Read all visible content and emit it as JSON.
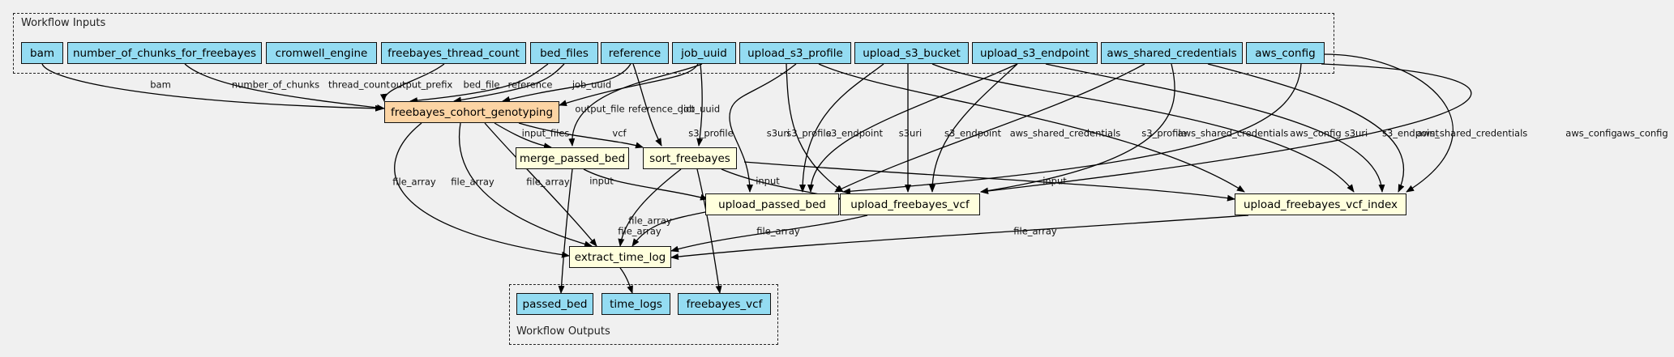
{
  "inputs_cluster": {
    "title": "Workflow Inputs"
  },
  "outputs_cluster": {
    "title": "Workflow Outputs"
  },
  "nodes": {
    "bam": {
      "label": "bam"
    },
    "number_of_chunks_for_freebayes": {
      "label": "number_of_chunks_for_freebayes"
    },
    "cromwell_engine": {
      "label": "cromwell_engine"
    },
    "freebayes_thread_count": {
      "label": "freebayes_thread_count"
    },
    "bed_files": {
      "label": "bed_files"
    },
    "reference": {
      "label": "reference"
    },
    "job_uuid": {
      "label": "job_uuid"
    },
    "upload_s3_profile": {
      "label": "upload_s3_profile"
    },
    "upload_s3_bucket": {
      "label": "upload_s3_bucket"
    },
    "upload_s3_endpoint": {
      "label": "upload_s3_endpoint"
    },
    "aws_shared_credentials": {
      "label": "aws_shared_credentials"
    },
    "aws_config": {
      "label": "aws_config"
    },
    "freebayes_cohort_genotyping": {
      "label": "freebayes_cohort_genotyping"
    },
    "merge_passed_bed": {
      "label": "merge_passed_bed"
    },
    "sort_freebayes": {
      "label": "sort_freebayes"
    },
    "upload_passed_bed": {
      "label": "upload_passed_bed"
    },
    "upload_freebayes_vcf": {
      "label": "upload_freebayes_vcf"
    },
    "upload_freebayes_vcf_index": {
      "label": "upload_freebayes_vcf_index"
    },
    "extract_time_log": {
      "label": "extract_time_log"
    },
    "passed_bed": {
      "label": "passed_bed"
    },
    "time_logs": {
      "label": "time_logs"
    },
    "freebayes_vcf": {
      "label": "freebayes_vcf"
    }
  },
  "edges": [
    {
      "from": "bam",
      "to": "freebayes_cohort_genotyping",
      "label": "bam"
    },
    {
      "from": "number_of_chunks_for_freebayes",
      "to": "freebayes_cohort_genotyping",
      "label": "number_of_chunks"
    },
    {
      "from": "freebayes_thread_count",
      "to": "freebayes_cohort_genotyping",
      "label": "thread_count"
    },
    {
      "from": "bed_files",
      "to": "freebayes_cohort_genotyping",
      "label": "output_prefix"
    },
    {
      "from": "bed_files",
      "to": "freebayes_cohort_genotyping",
      "label": "bed_file"
    },
    {
      "from": "reference",
      "to": "freebayes_cohort_genotyping",
      "label": "reference"
    },
    {
      "from": "job_uuid",
      "to": "freebayes_cohort_genotyping",
      "label": "job_uuid"
    },
    {
      "from": "job_uuid",
      "to": "merge_passed_bed",
      "label": "output_file"
    },
    {
      "from": "reference",
      "to": "sort_freebayes",
      "label": "reference_dict"
    },
    {
      "from": "job_uuid",
      "to": "sort_freebayes",
      "label": "job_uuid"
    },
    {
      "from": "freebayes_cohort_genotyping",
      "to": "merge_passed_bed",
      "label": "input_files"
    },
    {
      "from": "freebayes_cohort_genotyping",
      "to": "sort_freebayes",
      "label": "vcf"
    },
    {
      "from": "upload_s3_profile",
      "to": "upload_passed_bed",
      "label": "s3_profile"
    },
    {
      "from": "upload_s3_profile",
      "to": "upload_freebayes_vcf",
      "label": "s3_profile"
    },
    {
      "from": "upload_s3_profile",
      "to": "upload_freebayes_vcf_index",
      "label": "s3_profile"
    },
    {
      "from": "upload_s3_bucket",
      "to": "upload_passed_bed",
      "label": "s3uri"
    },
    {
      "from": "upload_s3_bucket",
      "to": "upload_freebayes_vcf",
      "label": "s3uri"
    },
    {
      "from": "upload_s3_bucket",
      "to": "upload_freebayes_vcf_index",
      "label": "s3uri"
    },
    {
      "from": "upload_s3_endpoint",
      "to": "upload_passed_bed",
      "label": "s3_endpoint"
    },
    {
      "from": "upload_s3_endpoint",
      "to": "upload_freebayes_vcf",
      "label": "s3_endpoint"
    },
    {
      "from": "upload_s3_endpoint",
      "to": "upload_freebayes_vcf_index",
      "label": "s3_endpoint"
    },
    {
      "from": "aws_shared_credentials",
      "to": "upload_passed_bed",
      "label": "aws_shared_credentials"
    },
    {
      "from": "aws_shared_credentials",
      "to": "upload_freebayes_vcf",
      "label": "aws_shared_credentials"
    },
    {
      "from": "aws_shared_credentials",
      "to": "upload_freebayes_vcf_index",
      "label": "aws_shared_credentials"
    },
    {
      "from": "aws_config",
      "to": "upload_passed_bed",
      "label": "aws_config"
    },
    {
      "from": "aws_config",
      "to": "upload_freebayes_vcf",
      "label": "aws_config"
    },
    {
      "from": "aws_config",
      "to": "upload_freebayes_vcf_index",
      "label": "aws_config"
    },
    {
      "from": "merge_passed_bed",
      "to": "upload_passed_bed",
      "label": "input"
    },
    {
      "from": "sort_freebayes",
      "to": "upload_freebayes_vcf",
      "label": "input"
    },
    {
      "from": "sort_freebayes",
      "to": "upload_freebayes_vcf_index",
      "label": "input"
    },
    {
      "from": "freebayes_cohort_genotyping",
      "to": "extract_time_log",
      "label": "file_array"
    },
    {
      "from": "freebayes_cohort_genotyping",
      "to": "extract_time_log",
      "label": "file_array"
    },
    {
      "from": "freebayes_cohort_genotyping",
      "to": "extract_time_log",
      "label": "file_array"
    },
    {
      "from": "sort_freebayes",
      "to": "extract_time_log",
      "label": "file_array"
    },
    {
      "from": "upload_passed_bed",
      "to": "extract_time_log",
      "label": "file_array"
    },
    {
      "from": "upload_freebayes_vcf",
      "to": "extract_time_log",
      "label": "file_array"
    },
    {
      "from": "upload_freebayes_vcf_index",
      "to": "extract_time_log",
      "label": "file_array"
    },
    {
      "from": "merge_passed_bed",
      "to": "passed_bed",
      "label": ""
    },
    {
      "from": "extract_time_log",
      "to": "time_logs",
      "label": ""
    },
    {
      "from": "sort_freebayes",
      "to": "freebayes_vcf",
      "label": ""
    }
  ]
}
